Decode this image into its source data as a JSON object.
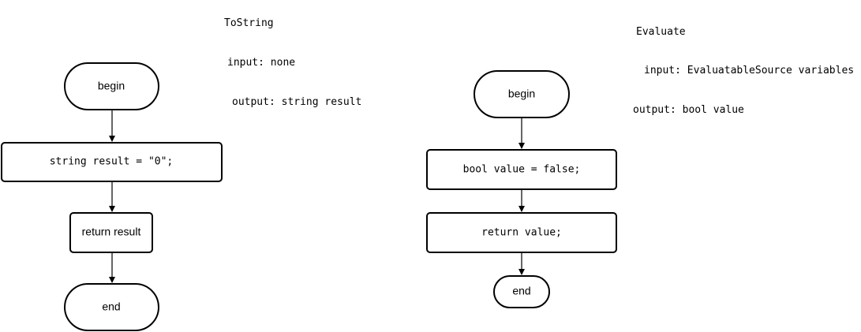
{
  "left": {
    "title": "ToString",
    "input": "input: none",
    "output": "output: string result",
    "begin": "begin",
    "step1": "string result = \"0\";",
    "step2": "return result",
    "end": "end"
  },
  "right": {
    "title": "Evaluate",
    "input": "input: EvaluatableSource variables",
    "output": "output: bool value",
    "begin": "begin",
    "step1": "bool value = false;",
    "step2": "return value;",
    "end": "end"
  },
  "colors": {
    "stroke": "#000000",
    "fill": "#ffffff",
    "text": "#000000"
  }
}
